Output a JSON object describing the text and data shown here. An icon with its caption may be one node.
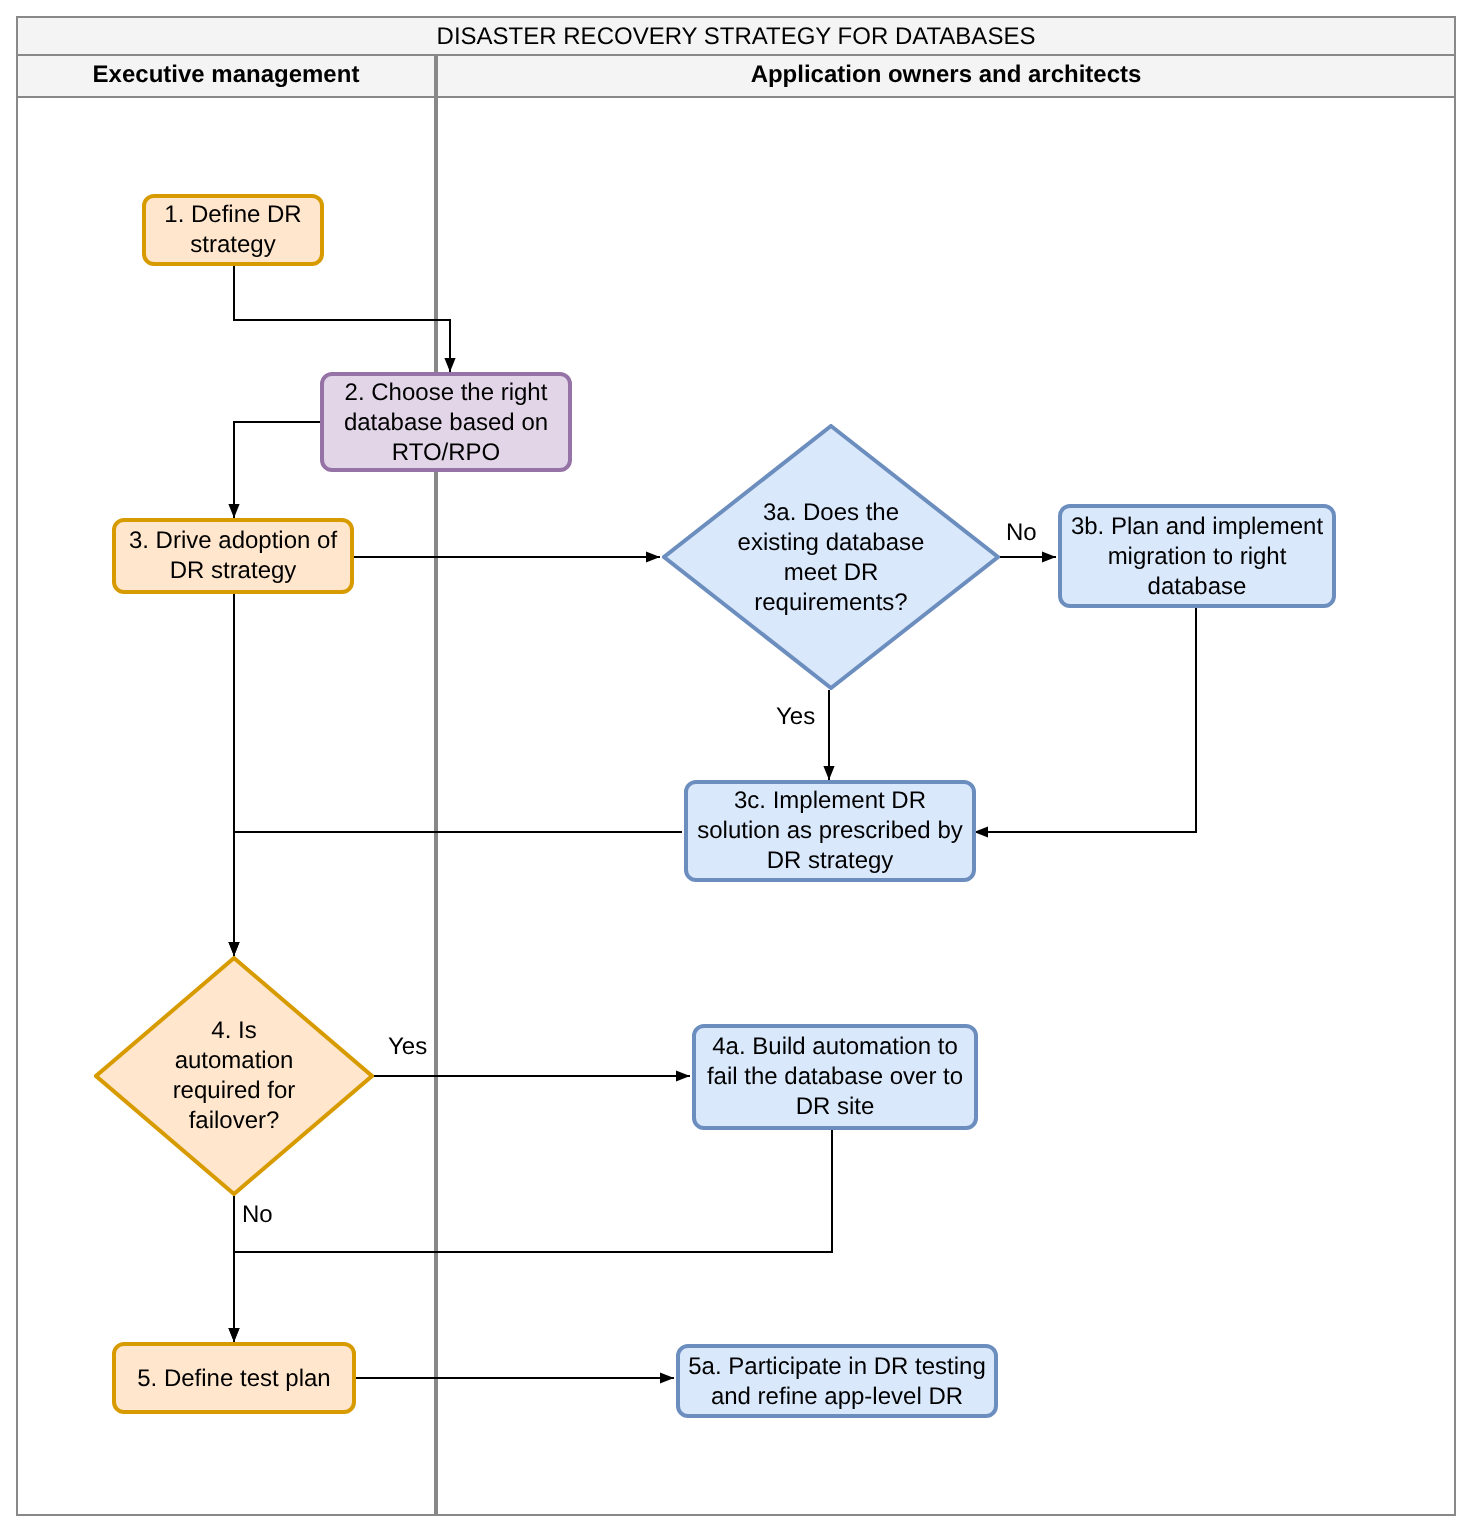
{
  "diagram": {
    "title": "DISASTER RECOVERY STRATEGY FOR DATABASES",
    "nodes": [
      {
        "text": [
          "Executive management"
        ]
      },
      {
        "text": [
          "Application owners and architects"
        ]
      },
      {
        "text": [
          "1. Define DR strategy"
        ],
        "in": 0
      },
      {
        "text": [
          "2. Choose the right database based on RTO/RPO"
        ]
      },
      {
        "text": [
          "3. Drive adoption of DR strategy"
        ],
        "in": 0
      },
      {
        "text": [
          "3a. Does the existing database meet DR requirements?"
        ],
        "in": 1
      },
      {
        "text": [
          "3b. Plan and implement migration to right database"
        ],
        "in": 1
      },
      {
        "text": [
          "3c. Implement DR solution as prescribed by DR strategy"
        ],
        "in": 1
      },
      {
        "text": [
          "4. Is automation required for failover?"
        ],
        "in": 0
      },
      {
        "text": [
          "4a. Build automation to fail the database over to DR site"
        ],
        "in": 1
      },
      {
        "text": [
          "5. Define test plan"
        ],
        "in": 0
      },
      {
        "text": [
          "5a. Participate in DR testing and refine app-level DR"
        ],
        "in": 1
      }
    ],
    "edges": [
      {
        "from": 2,
        "to": 3,
        "arrow": "to"
      },
      {
        "from": 3,
        "to": 4,
        "arrow": "to"
      },
      {
        "from": 4,
        "to": 5,
        "arrow": "to"
      },
      {
        "from": 5,
        "to": 6,
        "arrow": "to",
        "label": "No"
      },
      {
        "from": 5,
        "to": 7,
        "arrow": "to",
        "label": "Yes"
      },
      {
        "from": 6,
        "to": 7,
        "arrow": "to"
      },
      {
        "from": 7,
        "to": 8,
        "arrow": "to"
      },
      {
        "from": 4,
        "to": 8,
        "arrow": "to"
      },
      {
        "from": 8,
        "to": 9,
        "arrow": "to",
        "label": "Yes"
      },
      {
        "from": 8,
        "to": 10,
        "arrow": "to",
        "label": "No"
      },
      {
        "from": 9,
        "to": 10,
        "arrow": "to"
      },
      {
        "from": 10,
        "to": 11,
        "arrow": "to"
      }
    ]
  }
}
